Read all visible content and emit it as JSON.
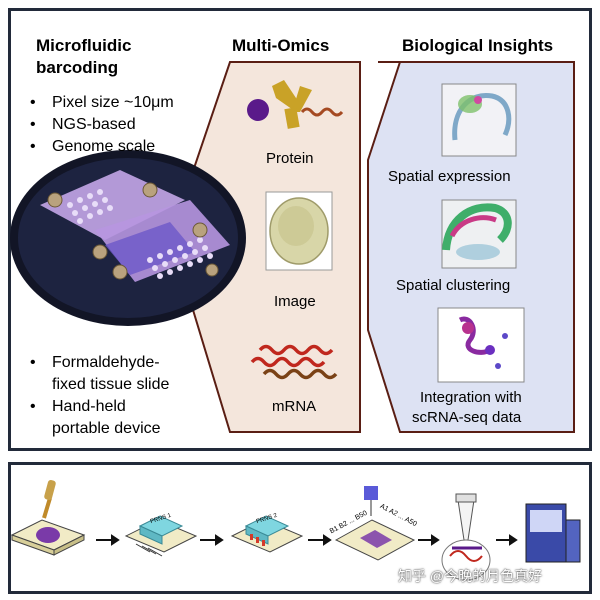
{
  "left": {
    "title_line1": "Microfluidic",
    "title_line2": "barcoding",
    "bullets_top": [
      "Pixel size ~10μm",
      "NGS-based",
      "Genome scale"
    ],
    "bullets_bottom": [
      [
        "Formaldehyde-",
        "fixed tissue slide"
      ],
      [
        "Hand-held",
        "portable device"
      ]
    ]
  },
  "middle": {
    "title": "Multi-Omics",
    "items": [
      "Protein",
      "Image",
      "mRNA"
    ]
  },
  "right": {
    "title": "Biological Insights",
    "items": [
      "Spatial expression",
      "Spatial clustering",
      "Integration with",
      "scRNA-seq data"
    ]
  },
  "workflow": {
    "chip1_label": "PRNS 1",
    "chip2_label": "PRNS 2",
    "barcodes_b": "B1 B2 ... B50",
    "barcodes_a": "A1 A2 ... A50"
  },
  "watermark": "知乎 @今晚的月色真好",
  "colors": {
    "panel_fill": "#f4e6dc",
    "panel_border": "#5a1e14",
    "insight_fill": "#dde2f3",
    "protein_purple": "#5a1a8a",
    "protein_gold": "#c9a227",
    "mrna_red": "#c0281e",
    "mrna_brown": "#7a4216"
  }
}
